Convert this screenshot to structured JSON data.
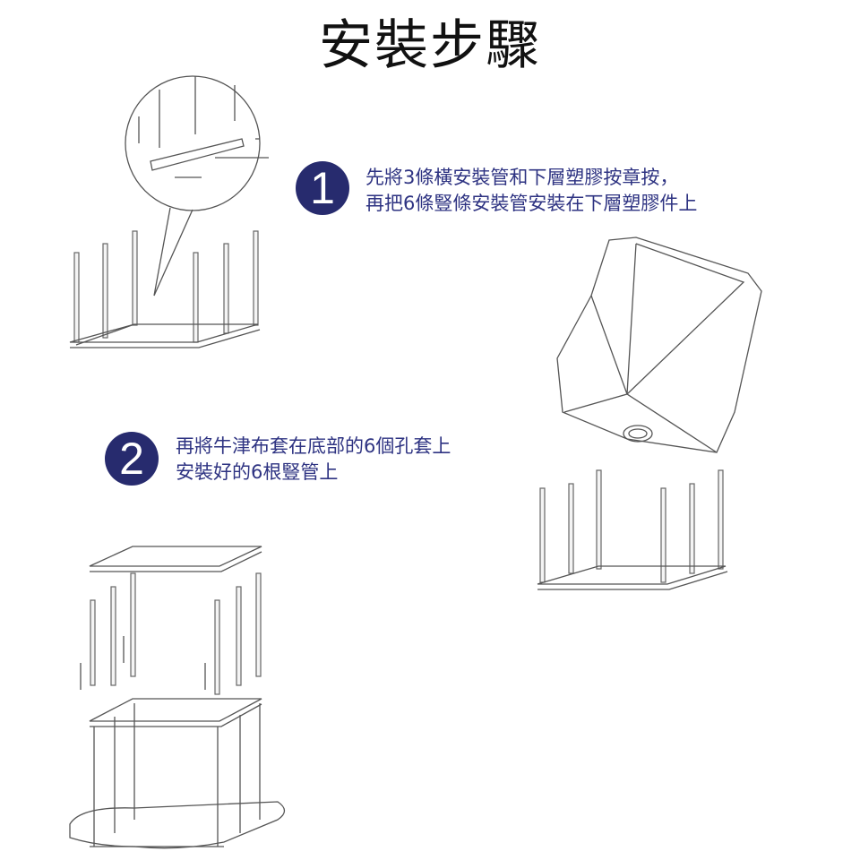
{
  "title": "安裝步驟",
  "steps": [
    {
      "number": "1",
      "lines": [
        "先將3條橫安裝管和下層塑膠按章按，",
        "再把6條豎條安裝管安裝在下層塑膠件上"
      ]
    },
    {
      "number": "2",
      "lines": [
        "再將牛津布套在底部的6個孔套上",
        "安裝好的6根豎管上"
      ]
    }
  ],
  "colors": {
    "badge": "#272b6e",
    "text": "#2e3382"
  }
}
